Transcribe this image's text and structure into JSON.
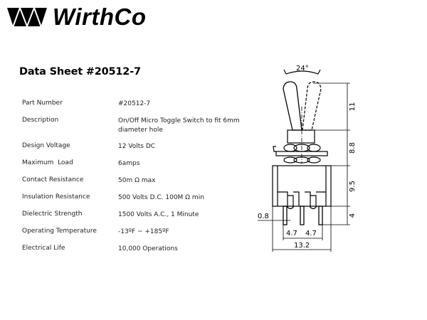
{
  "header": {
    "brand": "WirthCo",
    "logo_icon": "wirthco-triangles-logo"
  },
  "document": {
    "title": "Data Sheet #20512-7"
  },
  "specs": [
    {
      "label": "Part Number",
      "value": "#20512-7"
    },
    {
      "label": "Description",
      "value": "On/Off Micro Toggle Switch to fit 6mm",
      "value2": "diameter hole"
    },
    {
      "label": "Design Voltage",
      "value": "12 Volts DC"
    },
    {
      "label": "Maximum  Load",
      "value": "6amps"
    },
    {
      "label": "Contact Resistance",
      "value": "50m Ω max"
    },
    {
      "label": "Insulation Resistance",
      "value": "500 Volts D.C. 100M Ω min"
    },
    {
      "label": "Dielectric Strength",
      "value": "1500 Volts A.C., 1 Minute"
    },
    {
      "label": "Operating Temperature",
      "value": "-13ºF ~ +185ºF"
    },
    {
      "label": "Electrical Life",
      "value": "10,000 Operations"
    }
  ],
  "drawing": {
    "angle": "24°",
    "dim_lever": "11",
    "dim_bushing": "8.8",
    "dim_body": "9.5",
    "dim_terminal": "4",
    "dim_terminal_width": "0.8",
    "dim_pitch_left": "4.7",
    "dim_pitch_right": "4.7",
    "dim_overall_width": "13.2"
  }
}
